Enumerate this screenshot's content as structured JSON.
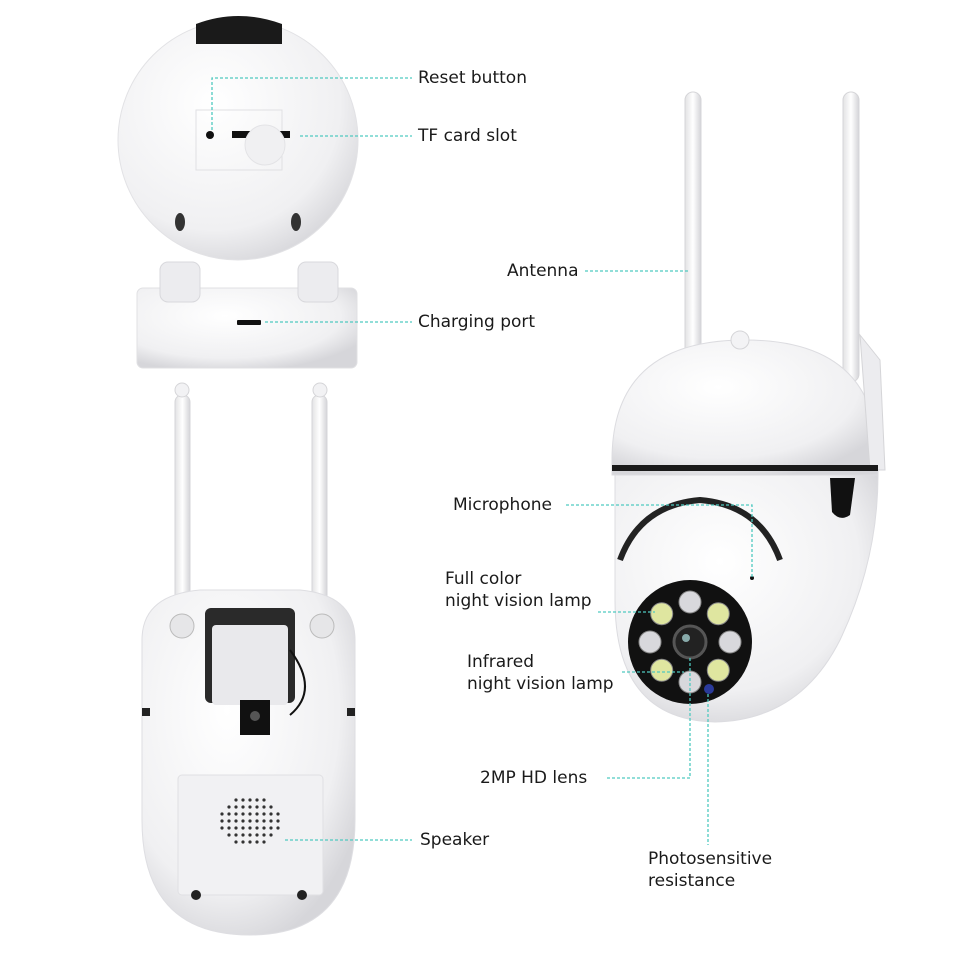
{
  "labels": {
    "reset_button": "Reset button",
    "tf_card_slot": "TF card slot",
    "charging_port": "Charging port",
    "antenna": "Antenna",
    "microphone": "Microphone",
    "full_color_line1": "Full color",
    "full_color_line2": "night vision lamp",
    "infrared_line1": "Infrared",
    "infrared_line2": "night vision lamp",
    "hd_lens": "2MP HD lens",
    "speaker": "Speaker",
    "photosensitive_line1": "Photosensitive",
    "photosensitive_line2": "resistance"
  },
  "colors": {
    "leader_line": "#4fc9c0",
    "device_body": "#f4f4f6",
    "lens_ring": "#111111",
    "white_led": "#dfe6a0"
  }
}
